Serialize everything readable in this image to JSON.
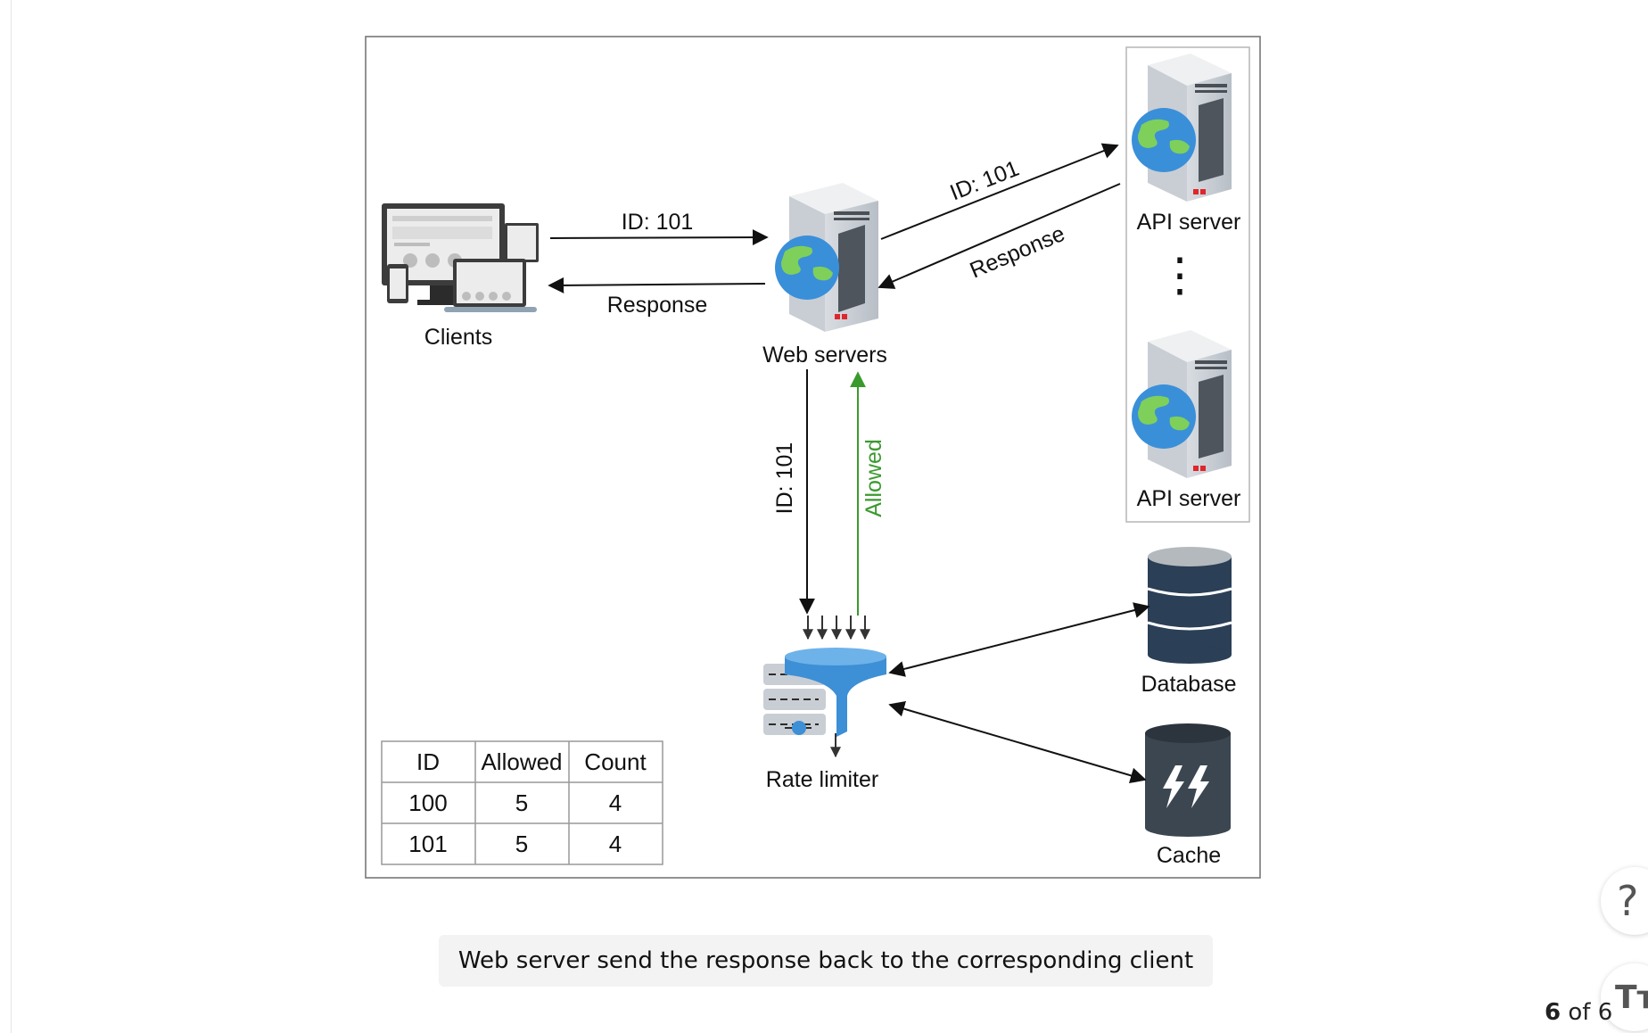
{
  "diagram": {
    "clients_label": "Clients",
    "web_servers_label": "Web servers",
    "api_server_top_label": "API server",
    "api_server_bottom_label": "API server",
    "ellipsis": "⋮",
    "database_label": "Database",
    "cache_label": "Cache",
    "rate_limiter_label": "Rate limiter",
    "request_to_web_label": "ID: 101",
    "response_to_client_label": "Response",
    "request_to_api_label": "ID: 101",
    "response_from_api_label": "Response",
    "request_to_limiter_label": "ID: 101",
    "allowed_label": "Allowed",
    "colors": {
      "allowed_arrow": "#3a9a2e",
      "arrow": "#111111",
      "cylinder": "#2b3f56",
      "cache": "#3b4650",
      "funnel": "#3d8fd6"
    },
    "table": {
      "headers": [
        "ID",
        "Allowed",
        "Count"
      ],
      "rows": [
        [
          "100",
          "5",
          "4"
        ],
        [
          "101",
          "5",
          "4"
        ]
      ]
    }
  },
  "caption": "Web server send the response back to the corresponding client",
  "pager": {
    "current": "6",
    "separator": "of",
    "total": "6"
  },
  "help_button": "?",
  "text_size_button": "Tт"
}
